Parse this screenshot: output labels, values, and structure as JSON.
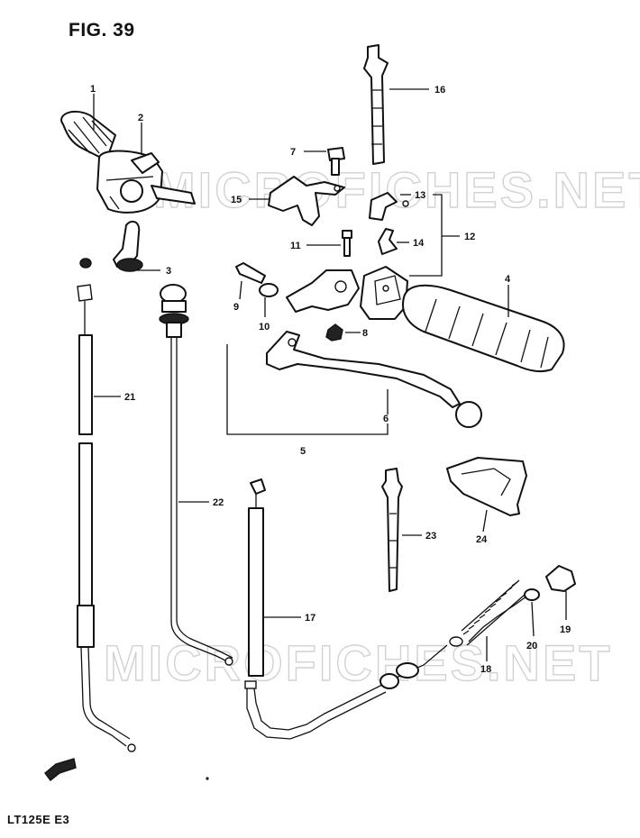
{
  "figure": {
    "title": "FIG. 39",
    "footer": "LT125E  E3",
    "watermark": "MICROFICHES.NET"
  },
  "callouts": [
    {
      "id": "c1",
      "label": "1"
    },
    {
      "id": "c2",
      "label": "2"
    },
    {
      "id": "c3",
      "label": "3"
    },
    {
      "id": "c4",
      "label": "4"
    },
    {
      "id": "c5",
      "label": "5"
    },
    {
      "id": "c6",
      "label": "6"
    },
    {
      "id": "c7",
      "label": "7"
    },
    {
      "id": "c8",
      "label": "8"
    },
    {
      "id": "c9",
      "label": "9"
    },
    {
      "id": "c10",
      "label": "10"
    },
    {
      "id": "c11",
      "label": "11"
    },
    {
      "id": "c12",
      "label": "12"
    },
    {
      "id": "c13",
      "label": "13"
    },
    {
      "id": "c14",
      "label": "14"
    },
    {
      "id": "c15",
      "label": "15"
    },
    {
      "id": "c16",
      "label": "16"
    },
    {
      "id": "c17",
      "label": "17"
    },
    {
      "id": "c18",
      "label": "18"
    },
    {
      "id": "c19",
      "label": "19"
    },
    {
      "id": "c20",
      "label": "20"
    },
    {
      "id": "c21",
      "label": "21"
    },
    {
      "id": "c22",
      "label": "22"
    },
    {
      "id": "c23",
      "label": "23"
    },
    {
      "id": "c24",
      "label": "24"
    }
  ]
}
